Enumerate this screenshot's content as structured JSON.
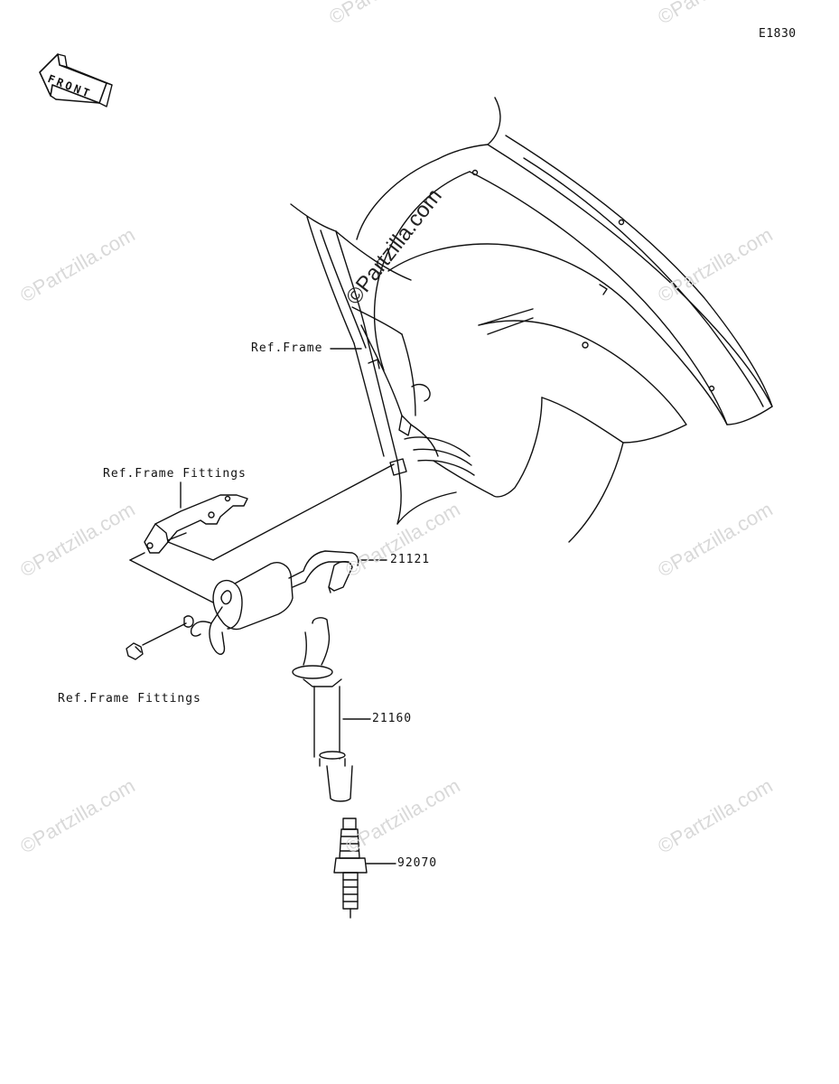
{
  "diagram_code": "E1830",
  "front_arrow_text": "FRONT",
  "labels": {
    "ref_frame": "Ref.Frame",
    "ref_frame_fittings_top": "Ref.Frame Fittings",
    "ref_frame_fittings_bottom": "Ref.Frame Fittings",
    "part_21121": "21121",
    "part_21160": "21160",
    "part_92070": "92070"
  },
  "watermark": {
    "text": "©Partzilla.com"
  }
}
